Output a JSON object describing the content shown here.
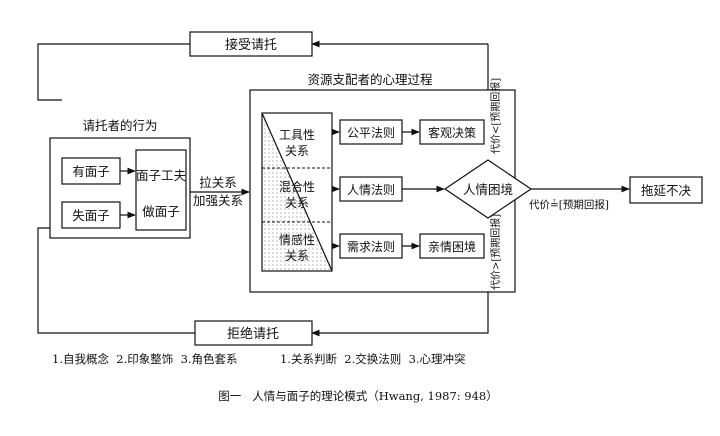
{
  "diagram": {
    "top_box": "接受请托",
    "bottom_box": "拒绝请托",
    "requester_group": {
      "title": "请托者的行为",
      "has_face": "有面子",
      "lose_face": "失面子",
      "face_work_1": "面子工夫",
      "face_work_2": "做面子"
    },
    "pull": {
      "line1": "拉关系",
      "line2": "加强关系"
    },
    "allocator_group": {
      "title": "资源支配者的心理过程",
      "relations": [
        {
          "line1": "工具性",
          "line2": "关系"
        },
        {
          "line1": "混合性",
          "line2": "关系"
        },
        {
          "line1": "情感性",
          "line2": "关系"
        }
      ],
      "rules": [
        "公平法则",
        "人情法则",
        "需求法则"
      ],
      "outcomes": [
        "客观决策",
        "亲情困境"
      ],
      "dilemma": "人情困境",
      "cost_top": "代价<[预期回报]",
      "cost_mid": "代价≟[预期回报]",
      "cost_bottom": "代价>[预期回报]"
    },
    "delay": "拖延不决"
  },
  "legend": {
    "left": "1.自我概念  2.印象整饰  3.角色套系",
    "right": "1.关系判断  2.交换法则  3.心理冲突"
  },
  "caption": "图一   人情与面子的理论模式（Hwang, 1987: 948）"
}
